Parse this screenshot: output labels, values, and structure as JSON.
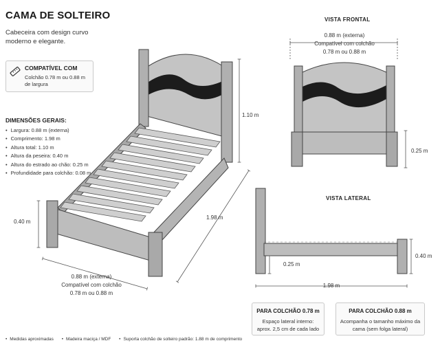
{
  "header": {
    "title": "CAMA DE SOLTEIRO",
    "subtitle": "Cabeceira com design curvo moderno e elegante."
  },
  "compat": {
    "icon": "ruler-icon",
    "title": "COMPATÍVEL COM",
    "text": "Colchão 0.78 m ou 0.88 m de largura"
  },
  "dimensions": {
    "title": "DIMENSÕES GERAIS:",
    "items": [
      "Largura: 0.88 m (externa)",
      "Comprimento: 1.98 m",
      "Altura total: 1.10 m",
      "Altura da peseira: 0.40 m",
      "Altura do estrado ao chão: 0.25 m",
      "Profundidade para colchão: 0.08 m"
    ]
  },
  "main_view": {
    "height_total": "1.10 m",
    "length": "1.98 m",
    "foot_height": "0.40 m",
    "width_line1": "0.88 m (externa)",
    "width_line2": "Compatível com colchão",
    "width_line3": "0.78 m ou 0.88 m"
  },
  "front_view": {
    "title": "VISTA FRONTAL",
    "width_line1": "0.88 m (externa)",
    "width_line2": "Compatível com colchão",
    "width_line3": "0.78 m ou 0.88 m",
    "height": "0.25 m"
  },
  "side_view": {
    "title": "VISTA LATERAL",
    "base_height": "0.25 m",
    "foot_height": "0.40 m",
    "length": "1.98 m"
  },
  "boxes": [
    {
      "title": "PARA COLCHÃO 0.78 m",
      "text": "Espaço lateral interno: aprox. 2,5 cm de cada lado"
    },
    {
      "title": "PARA COLCHÃO 0.88 m",
      "text": "Acompanha o tamanho máximo da cama (sem folga lateral)"
    }
  ],
  "footnotes": [
    "Medidas aproximadas",
    "Madeira maciça / MDF",
    "Suporta colchão de solteiro padrão: 1.88 m de comprimento"
  ],
  "colors": {
    "wood": "#b8b8b8",
    "wood_dark": "#8f8f8f",
    "accent_curve": "#1c1c1c",
    "line": "#555555"
  }
}
